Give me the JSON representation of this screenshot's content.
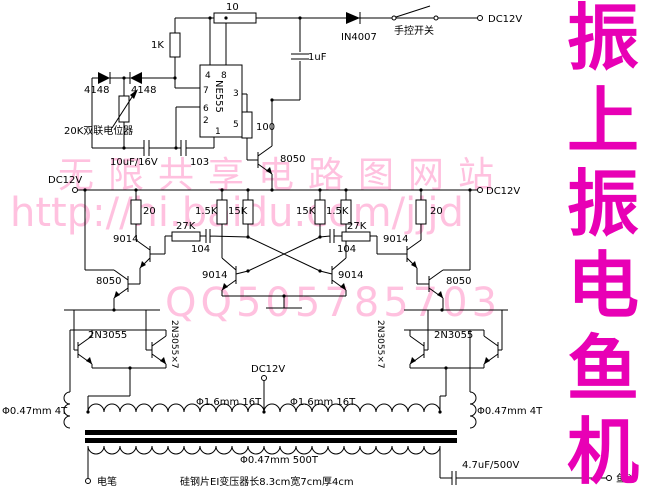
{
  "colors": {
    "title": "#e800b5",
    "watermark": "#ff8fc6",
    "ink": "#000000"
  },
  "title": {
    "text": "振上振电鱼机",
    "chars": [
      "振",
      "上",
      "振",
      "电",
      "鱼",
      "机"
    ]
  },
  "watermark": {
    "line1": "无限共享电路图网站",
    "line2": "http://hi.baidu.com/jjjd",
    "line3": "QQ505785703"
  },
  "power": {
    "dc12v_top": "DC12V",
    "dc12v_left": "DC12V",
    "dc12v_right": "DC12V",
    "dc12v_center": "DC12V"
  },
  "oscillator": {
    "ic": "NE555",
    "pins": {
      "p1": "1",
      "p2": "2",
      "p3": "3",
      "p4": "4",
      "p5": "5",
      "p6": "6",
      "p7": "7",
      "p8": "8"
    },
    "r_top": "10",
    "r_1k": "1K",
    "d1": "4148",
    "d2": "4148",
    "pot": "20K双联电位器",
    "c_10uf": "10uF/16V",
    "c_103": "103",
    "r_100": "100",
    "c_1uf": "1uF",
    "q_8050": "8050",
    "d_in4007": "IN4007",
    "switch": "手控开关"
  },
  "driver": {
    "r20_l": "20",
    "r20_r": "20",
    "r1k5_l": "1.5K",
    "r15k_l": "15K",
    "r15k_r": "15K",
    "r1k5_r": "1.5K",
    "r27k_l": "27K",
    "r27k_r": "27K",
    "c104_l": "104",
    "c104_r": "104",
    "q9014_l": "9014",
    "q9014_cl": "9014",
    "q9014_cr": "9014",
    "q9014_r": "9014",
    "q8050_l": "8050",
    "q8050_r": "8050"
  },
  "output": {
    "q_l": "2N3055",
    "q_l7": "2N3055×7",
    "q_r7": "2N3055×7",
    "q_r": "2N3055"
  },
  "transformer": {
    "w4t_l": "Φ0.47mm 4T",
    "w16t_l": "Φ1.6mm 16T",
    "w16t_r": "Φ1.6mm 16T",
    "w4t_r": "Φ0.47mm 4T",
    "w500t": "Φ0.47mm 500T",
    "note": "硅钢片EI变压器长8.3cm宽7cm厚4cm"
  },
  "terminals": {
    "pen": "电笔",
    "bucket": "鱼斗",
    "cap_out": "4.7uF/500V"
  }
}
